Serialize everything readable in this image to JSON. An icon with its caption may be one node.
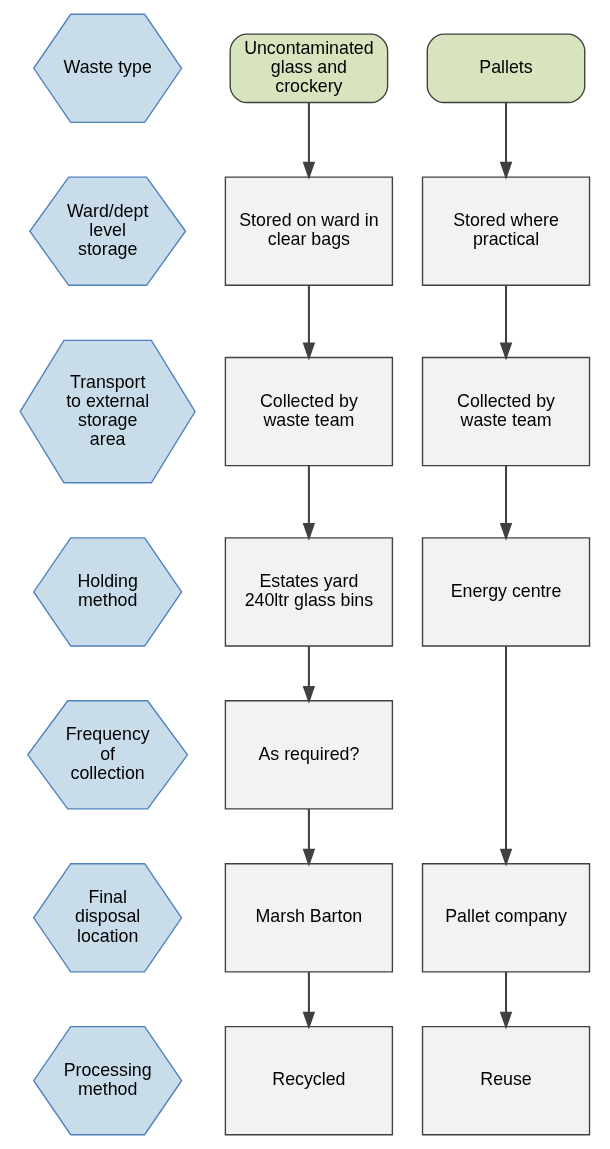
{
  "diagram": {
    "nodes": [
      {
        "text": [
          "Waste type"
        ]
      },
      {
        "text": [
          "Ward/dept level storage"
        ]
      },
      {
        "text": [
          "Transport to external storage area"
        ]
      },
      {
        "text": [
          "Holding method"
        ]
      },
      {
        "text": [
          "Frequency of collection"
        ]
      },
      {
        "text": [
          "Final disposal location"
        ]
      },
      {
        "text": [
          "Processing method"
        ]
      },
      {
        "text": [
          "Uncontaminated glass and crockery"
        ]
      },
      {
        "text": [
          "Pallets"
        ]
      },
      {
        "text": [
          "Stored on ward in clear bags"
        ]
      },
      {
        "text": [
          "Stored where practical"
        ]
      },
      {
        "text": [
          "Collected by waste team"
        ]
      },
      {
        "text": [
          "Collected by waste team"
        ]
      },
      {
        "text": [
          "Estates yard 240ltr glass bins"
        ]
      },
      {
        "text": [
          "Energy centre"
        ]
      },
      {
        "text": [
          "As required?"
        ]
      },
      {
        "text": [
          "Marsh Barton"
        ]
      },
      {
        "text": [
          "Pallet company"
        ]
      },
      {
        "text": [
          "Recycled"
        ]
      },
      {
        "text": [
          "Reuse"
        ]
      }
    ],
    "edges": [
      {
        "from": 7,
        "to": 9,
        "arrow": "to"
      },
      {
        "from": 9,
        "to": 11,
        "arrow": "to"
      },
      {
        "from": 11,
        "to": 13,
        "arrow": "to"
      },
      {
        "from": 13,
        "to": 15,
        "arrow": "to"
      },
      {
        "from": 15,
        "to": 16,
        "arrow": "to"
      },
      {
        "from": 16,
        "to": 18,
        "arrow": "to"
      },
      {
        "from": 8,
        "to": 10,
        "arrow": "to"
      },
      {
        "from": 10,
        "to": 12,
        "arrow": "to"
      },
      {
        "from": 12,
        "to": 14,
        "arrow": "to"
      },
      {
        "from": 14,
        "to": 17,
        "arrow": "to"
      },
      {
        "from": 17,
        "to": 19,
        "arrow": "to"
      }
    ]
  }
}
